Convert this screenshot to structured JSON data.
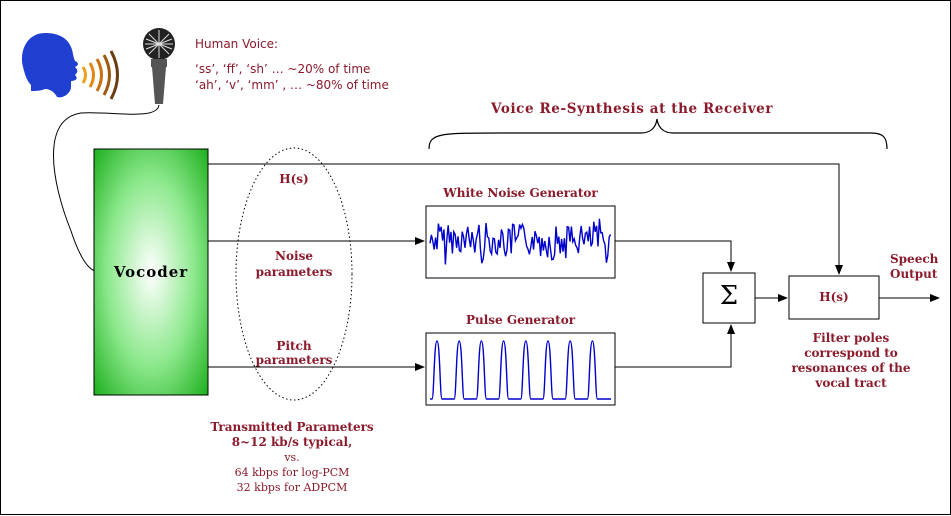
{
  "colors": {
    "accent": "#8b1a2b",
    "vocoder_green": "#22bb22",
    "signal_blue": "#0000cc"
  },
  "voice": {
    "title": "Human Voice:",
    "line1": "‘ss’, ‘ff’, ‘sh’ …  ~20% of time",
    "line2": "‘ah’, ‘v’, ‘mm’ , …  ~80% of time"
  },
  "resynthesis_title": "Voice Re-Synthesis at the Receiver",
  "vocoder_label": "Vocoder",
  "params": {
    "h": "H(s)",
    "noise_1": "Noise",
    "noise_2": "parameters",
    "pitch_1": "Pitch",
    "pitch_2": "parameters"
  },
  "white_noise_label": "White Noise Generator",
  "pulse_label": "Pulse Generator",
  "sum_symbol": "Σ",
  "filter_label": "H(s)",
  "output": {
    "line1": "Speech",
    "line2": "Output"
  },
  "filter_note": [
    "Filter poles",
    "correspond to",
    "resonances of the",
    "vocal tract"
  ],
  "transmitted": {
    "line1": "Transmitted Parameters",
    "line2": "8~12 kb/s typical,",
    "line3": "vs.",
    "line4": "64 kbps for log-PCM",
    "line5": "32 kbps for ADPCM"
  },
  "icons": {
    "head": "speaking-head-icon",
    "microphone": "microphone-icon"
  }
}
